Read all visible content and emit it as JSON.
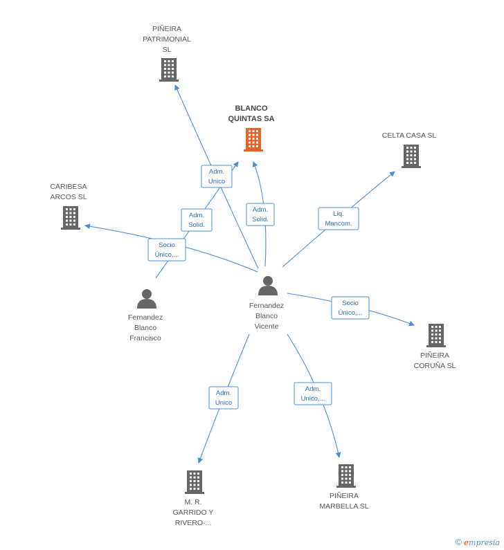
{
  "title": "",
  "nodes": [
    {
      "id": "pineira-patrimonial",
      "type": "company",
      "label_lines": [
        "PIÑEIRA",
        "PATRIMONIAL",
        "SL"
      ],
      "color": "#666666"
    },
    {
      "id": "blanco-quintas",
      "type": "company",
      "label_lines": [
        "BLANCO",
        "QUINTAS SA"
      ],
      "color": "#e8622a",
      "focus": true
    },
    {
      "id": "celta-casa",
      "type": "company",
      "label_lines": [
        "CELTA CASA  SL"
      ],
      "color": "#666666"
    },
    {
      "id": "caribesa-arcos",
      "type": "company",
      "label_lines": [
        "CARIBESA",
        "ARCOS SL"
      ],
      "color": "#666666"
    },
    {
      "id": "fernandez-blanco-francisco",
      "type": "person",
      "label_lines": [
        "Fernandez",
        "Blanco",
        "Francisco"
      ],
      "color": "#666666"
    },
    {
      "id": "fernandez-blanco-vicente",
      "type": "person",
      "label_lines": [
        "Fernandez",
        "Blanco",
        "Vicente"
      ],
      "color": "#666666"
    },
    {
      "id": "pineira-coruna",
      "type": "company",
      "label_lines": [
        "PIÑEIRA",
        "CORUÑA  SL"
      ],
      "color": "#666666"
    },
    {
      "id": "mr-garrido",
      "type": "company",
      "label_lines": [
        "M. R.",
        "GARRIDO Y",
        "RIVERO-..."
      ],
      "color": "#666666"
    },
    {
      "id": "pineira-marbella",
      "type": "company",
      "label_lines": [
        "PIÑEIRA",
        "MARBELLA  SL"
      ],
      "color": "#666666"
    }
  ],
  "edges": [
    {
      "from": "fernandez-blanco-vicente",
      "to": "pineira-patrimonial",
      "label_lines": [
        "Adm.",
        "Unico"
      ]
    },
    {
      "from": "fernandez-blanco-francisco",
      "to": "blanco-quintas",
      "label_lines": [
        "Adm.",
        "Solid."
      ]
    },
    {
      "from": "fernandez-blanco-vicente",
      "to": "blanco-quintas",
      "label_lines": [
        "Adm.",
        "Solid."
      ]
    },
    {
      "from": "fernandez-blanco-vicente",
      "to": "celta-casa",
      "label_lines": [
        "Liq.",
        "Mancom."
      ]
    },
    {
      "from": "fernandez-blanco-vicente",
      "to": "caribesa-arcos",
      "label_lines": [
        "Socio",
        "Único,..."
      ]
    },
    {
      "from": "fernandez-blanco-vicente",
      "to": "pineira-coruna",
      "label_lines": [
        "Socio",
        "Único,..."
      ]
    },
    {
      "from": "fernandez-blanco-vicente",
      "to": "mr-garrido",
      "label_lines": [
        "Adm.",
        "Unico"
      ]
    },
    {
      "from": "fernandez-blanco-vicente",
      "to": "pineira-marbella",
      "label_lines": [
        "Adm.",
        "Unico,..."
      ]
    }
  ],
  "watermark": {
    "symbol": "©",
    "brand_initial": "e",
    "brand_rest": "mpresia"
  },
  "colors": {
    "edge": "#4a8fd8",
    "focus_company": "#e8622a",
    "company": "#666666",
    "person": "#666666"
  }
}
